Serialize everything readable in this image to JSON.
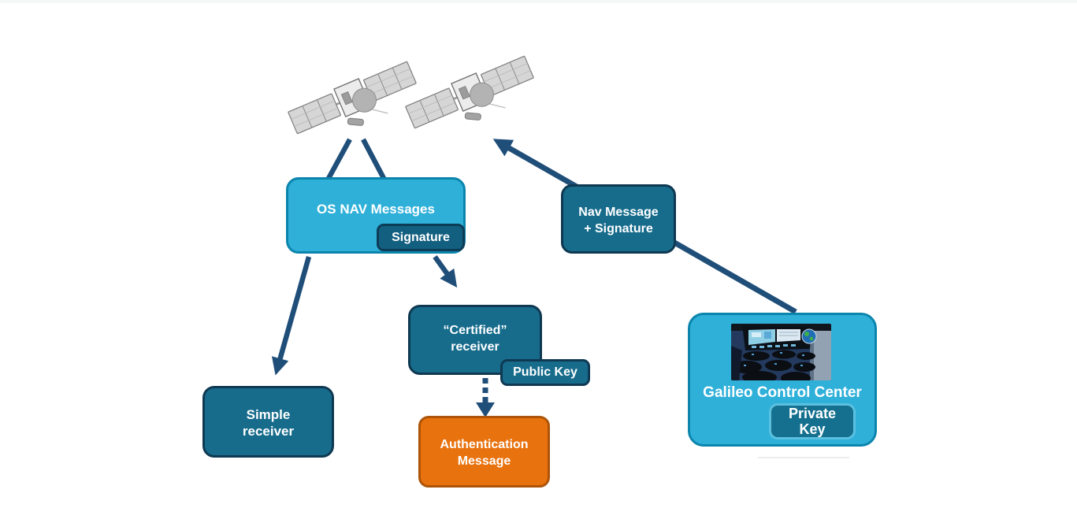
{
  "diagram_type": "flow-diagram",
  "topic": "Galileo OS navigation message authentication architecture",
  "colors": {
    "light_blue_fill": "#2FB0D9",
    "light_blue_border": "#0C85AD",
    "teal_fill": "#176C8C",
    "teal_border": "#0F3952",
    "signature_badge_fill": "#135F80",
    "orange_fill": "#E8720E",
    "orange_border": "#AD5408",
    "arrow_navy": "#1F4E79",
    "text": "#FFFFFF"
  },
  "nodes": {
    "os_nav_messages": {
      "label": "OS NAV Messages",
      "badge": "Signature"
    },
    "nav_message_signature": {
      "line1": "Nav Message",
      "line2": "+ Signature"
    },
    "certified_receiver": {
      "line1": "“Certified”",
      "line2": "receiver",
      "badge": "Public Key"
    },
    "simple_receiver": {
      "line1": "Simple",
      "line2": "receiver"
    },
    "authentication_message": {
      "line1": "Authentication",
      "line2": "Message"
    },
    "galileo_control_center": {
      "label": "Galileo Control Center",
      "badge_line1": "Private",
      "badge_line2": "Key"
    }
  },
  "icons": {
    "satellite_left": "satellite-icon",
    "satellite_right": "satellite-icon",
    "control_room": "control-room-photo"
  },
  "connections": [
    {
      "from": "satellite-left",
      "to": "os-nav-messages",
      "style": "plain-line"
    },
    {
      "from": "satellite-left",
      "to": "os-nav-messages",
      "style": "plain-line"
    },
    {
      "from": "os-nav-messages",
      "to": "simple-receiver",
      "style": "solid-arrow"
    },
    {
      "from": "os-nav-messages",
      "to": "certified-receiver",
      "style": "solid-arrow"
    },
    {
      "from": "certified-receiver",
      "to": "authentication-message",
      "style": "dotted-arrow"
    },
    {
      "from": "galileo-control-center",
      "to": "satellite-right",
      "style": "solid-arrow",
      "passes_through": "nav-message-signature"
    }
  ]
}
